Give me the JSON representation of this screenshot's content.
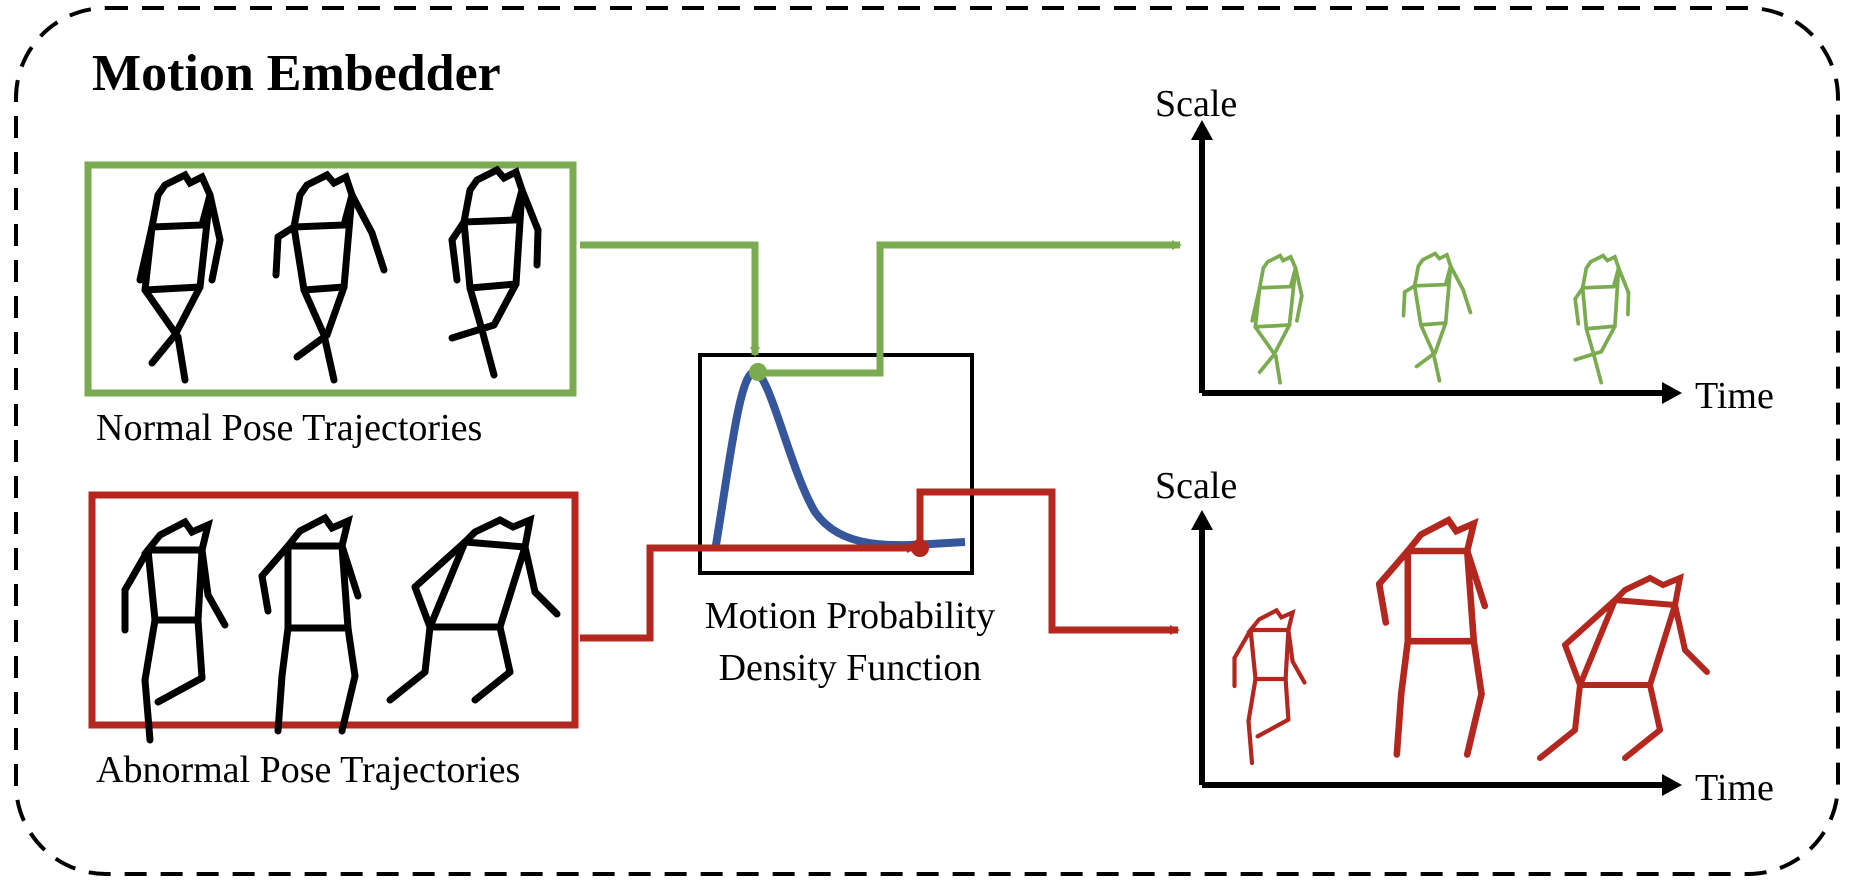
{
  "title": "Motion Embedder",
  "normal_group": {
    "label": "Normal Pose Trajectories",
    "color": "#7aab4f"
  },
  "abnormal_group": {
    "label": "Abnormal Pose Trajectories",
    "color": "#b3271f"
  },
  "pdf_box": {
    "label_line1": "Motion Probability",
    "label_line2": "Density Function",
    "curve_color": "#36569b"
  },
  "normal_plot": {
    "y_axis_label": "Scale",
    "x_axis_label": "Time"
  },
  "abnormal_plot": {
    "y_axis_label": "Scale",
    "x_axis_label": "Time"
  },
  "icons": [
    "stick-figure-icon",
    "arrow-icon"
  ]
}
